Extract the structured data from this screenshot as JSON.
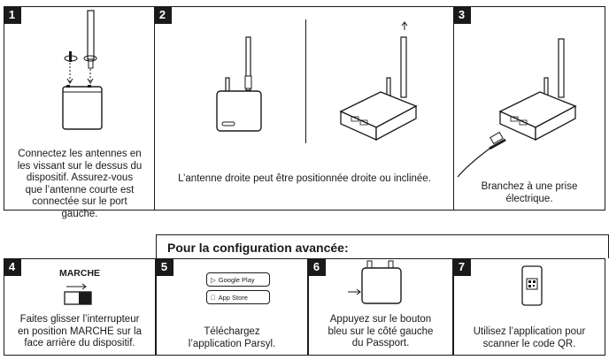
{
  "steps": [
    {
      "number": "1",
      "caption": "Connectez les antennes en les vissant sur le dessus du dispositif. Assurez-vous que l’antenne courte est connectée sur le port gauche."
    },
    {
      "number": "2",
      "caption": "L’antenne droite peut être positionnée droite ou inclinée."
    },
    {
      "number": "3",
      "caption": "Branchez à une prise électrique."
    },
    {
      "number": "4",
      "caption": "Faites glisser l’interrupteur en position MARCHE sur la face arrière du dispositif.",
      "switch_label": "MARCHE"
    },
    {
      "number": "5",
      "caption": "Téléchargez l’application Parsyl.",
      "stores": [
        "Google Play",
        "App Store"
      ]
    },
    {
      "number": "6",
      "caption": "Appuyez sur le bouton bleu sur le côté gauche du Passport."
    },
    {
      "number": "7",
      "caption": "Utilisez l’application pour scanner le code QR."
    }
  ],
  "advanced_title": "Pour la configuration avancée:"
}
